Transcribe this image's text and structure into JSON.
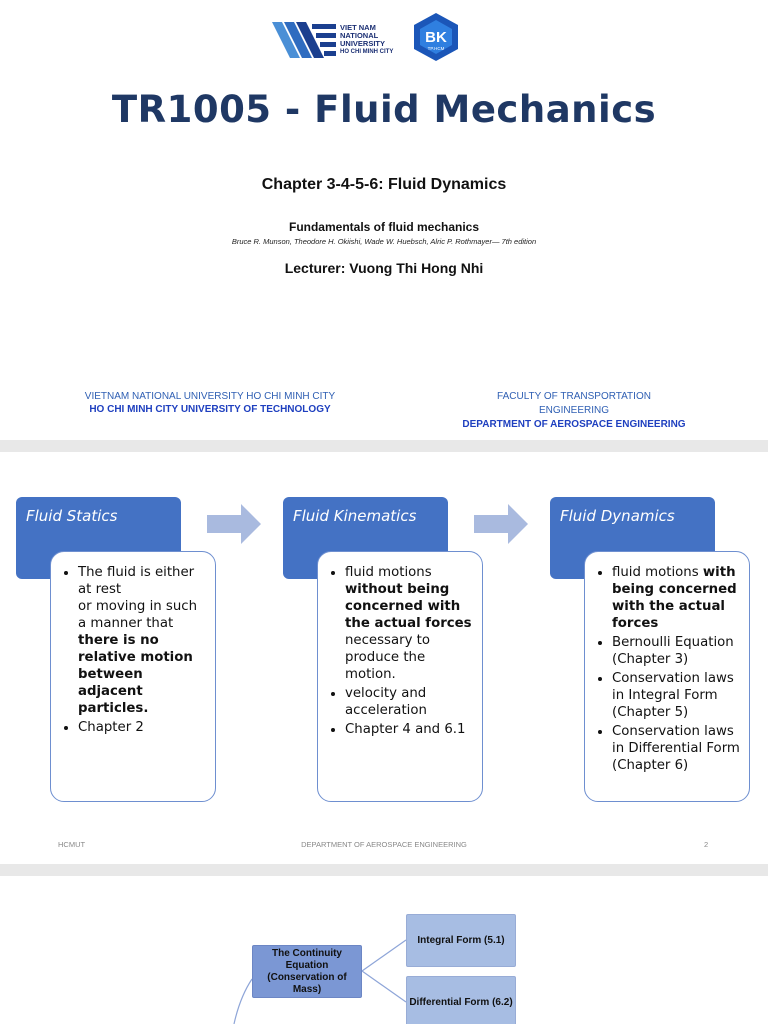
{
  "slide1": {
    "logo_vnu_lines": [
      "VIET NAM",
      "NATIONAL",
      "UNIVERSITY",
      "HO CHI MINH CITY"
    ],
    "logo_bk": {
      "letters": "BK",
      "sub": "TP.HCM"
    },
    "title": "TR1005 - Fluid Mechanics",
    "chapter": "Chapter 3-4-5-6: Fluid Dynamics",
    "book_title": "Fundamentals of fluid mechanics",
    "book_authors": "Bruce R. Munson, Theodore H. Okiishi, Wade W. Huebsch, Alric P. Rothmayer— 7th edition",
    "lecturer": "Lecturer: Vuong Thi Hong Nhi",
    "univ_left": {
      "line1": "VIETNAM NATIONAL UNIVERSITY HO CHI MINH CITY",
      "line2": "HO CHI MINH CITY UNIVERSITY OF TECHNOLOGY"
    },
    "univ_right": {
      "line1": "FACULTY OF TRANSPORTATION",
      "line2": "ENGINEERING",
      "line3": "DEPARTMENT OF AEROSPACE ENGINEERING"
    }
  },
  "slide2": {
    "statics": {
      "title": "Fluid Statics",
      "b1_text1": "The fluid is either at rest",
      "b1_text2": "or moving in such a manner that",
      "b1_bold": "there is no relative motion between adjacent particles",
      "b1_end": ".",
      "b2": "Chapter 2"
    },
    "kinematics": {
      "title": "Fluid Kinematics",
      "b1_text1": "fluid motions",
      "b1_bold": "without being concerned with the actual forces",
      "b1_text2": "necessary to produce the motion.",
      "b2": "velocity and acceleration",
      "b3": "Chapter 4 and 6.1"
    },
    "dynamics": {
      "title": "Fluid Dynamics",
      "b1_text1": "fluid motions",
      "b1_bold": "with being concerned with the actual forces",
      "b2": " Bernoulli Equation (Chapter 3)",
      "b3": "Conservation laws in Integral Form (Chapter 5)",
      "b4": "Conservation laws in Differential Form (Chapter 6)"
    },
    "footer": {
      "left": "HCMUT",
      "center": "DEPARTMENT OF AEROSPACE ENGINEERING",
      "page": "2"
    },
    "colors": {
      "header_fill": "#4472c4",
      "box_border": "#6e8fd0",
      "arrow_fill": "#a9badf"
    }
  },
  "slide3": {
    "main_node": "The Continuity Equation (Conservation of Mass)",
    "integral_node": "Integral Form (5.1)",
    "differential_node": "Differential Form (6.2)",
    "colors": {
      "main_fill": "#7b97d4",
      "sub_fill": "#a7bde3"
    }
  }
}
